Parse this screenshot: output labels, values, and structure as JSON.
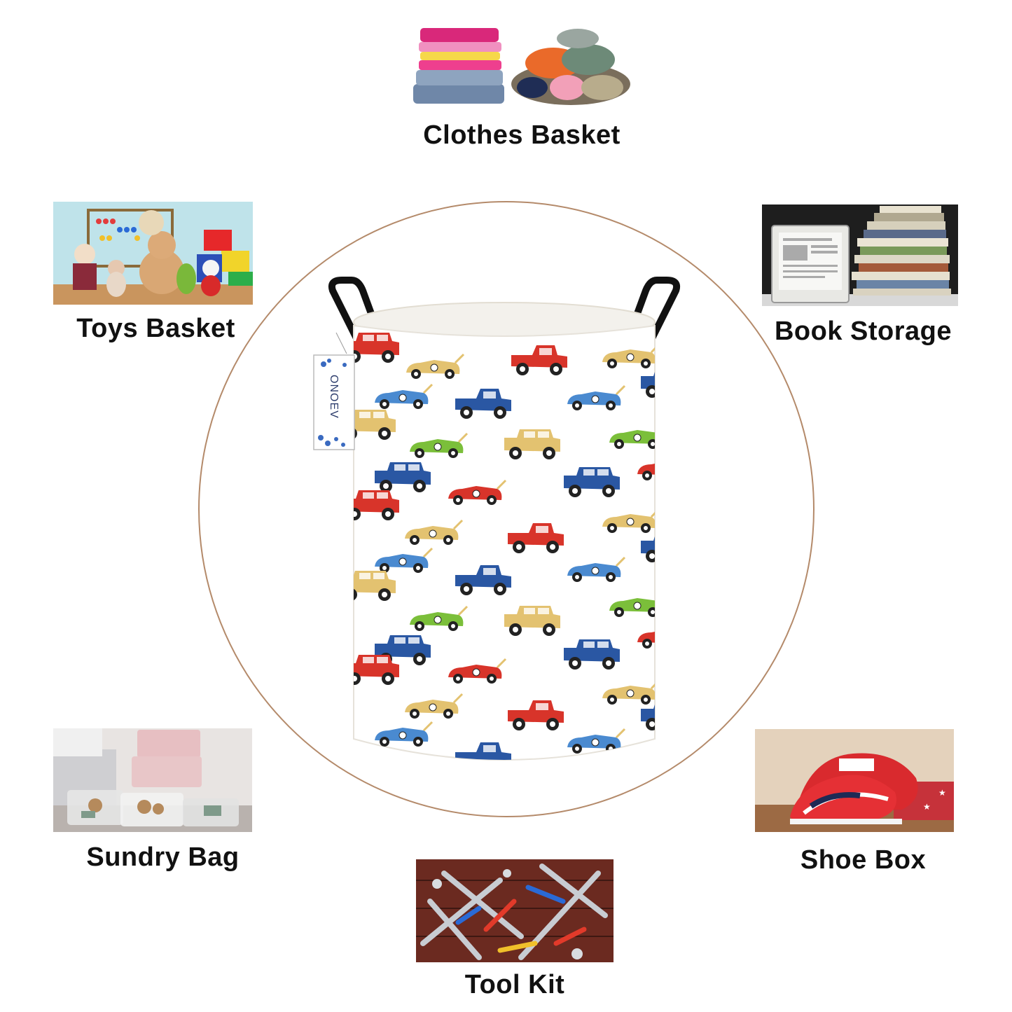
{
  "uses": {
    "clothes": "Clothes Basket",
    "toys": "Toys Basket",
    "books": "Book Storage",
    "sundry": "Sundry Bag",
    "shoes": "Shoe Box",
    "tools": "Tool Kit"
  },
  "product": {
    "brand_tag": "ONOEV"
  },
  "colors": {
    "ring": "#b48a6a",
    "car_red": "#d8342a",
    "car_blue": "#2a57a3",
    "car_yellow": "#e3c270",
    "car_green": "#7bbf3a"
  }
}
